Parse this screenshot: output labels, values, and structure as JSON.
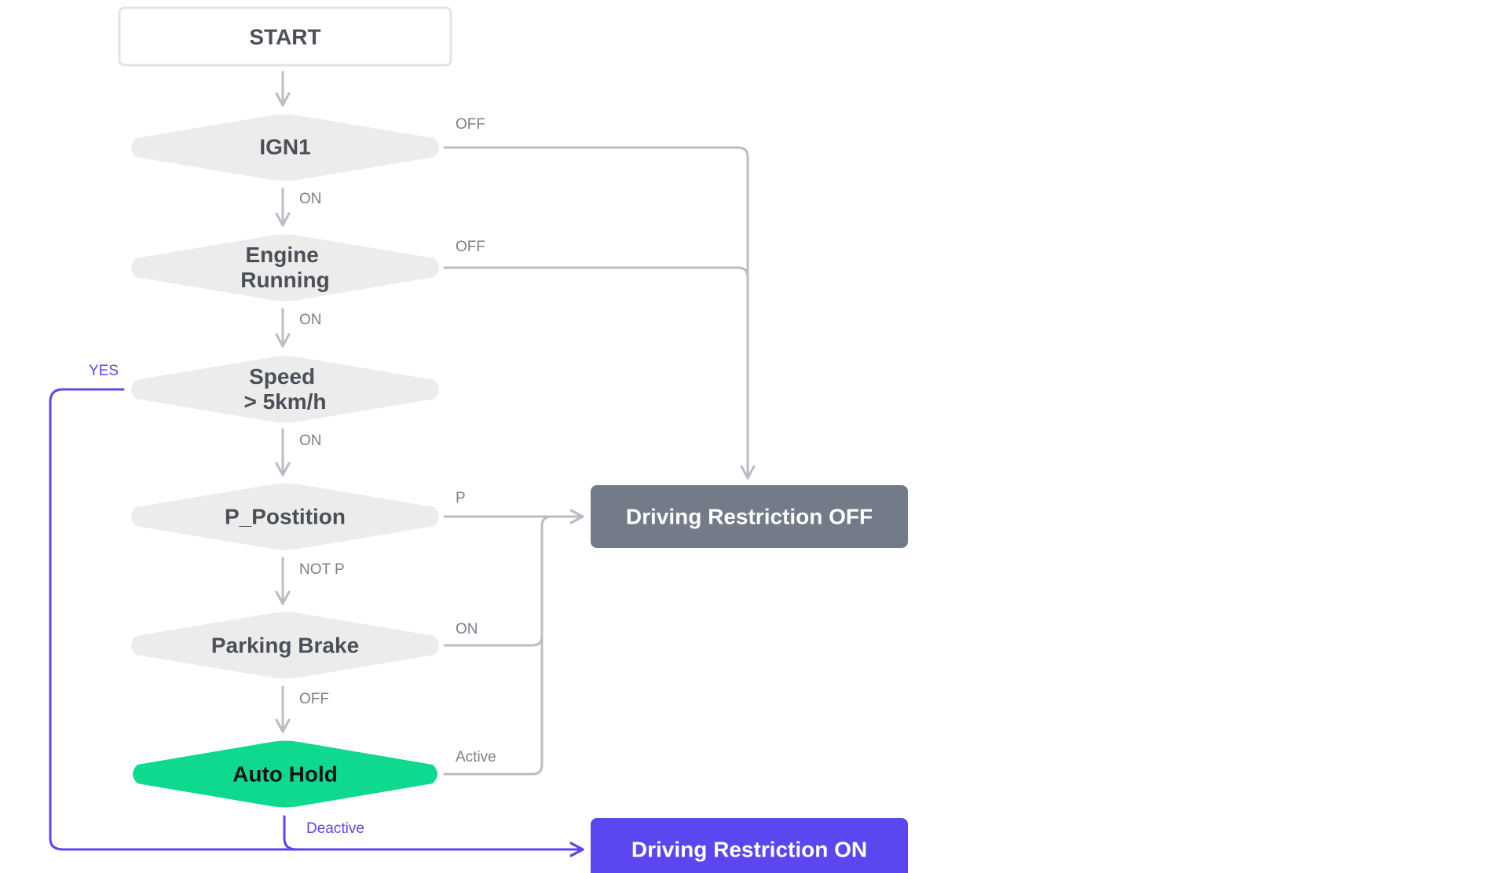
{
  "colors": {
    "decision_fill": "#ececec",
    "decision_text": "#4b5058",
    "connector": "#b9bdc4",
    "accent": "#5a47f0",
    "highlight": "#0fd98f",
    "restriction_off_fill": "#737b89"
  },
  "nodes": {
    "start": "START",
    "ign1": "IGN1",
    "engine_running": [
      "Engine",
      "Running"
    ],
    "speed": [
      "Speed",
      "> 5km/h"
    ],
    "p_position": "P_Postition",
    "parking_brake": "Parking Brake",
    "auto_hold": "Auto Hold",
    "restriction_off": "Driving Restriction OFF",
    "restriction_on": "Driving Restriction ON"
  },
  "edge_labels": {
    "ign1_off": "OFF",
    "ign1_on": "ON",
    "engine_off": "OFF",
    "engine_on": "ON",
    "speed_yes": "YES",
    "speed_on": "ON",
    "p_position_p": "P",
    "p_position_not_p": "NOT P",
    "parking_brake_on": "ON",
    "parking_brake_off": "OFF",
    "auto_hold_active": "Active",
    "auto_hold_deactive": "Deactive"
  }
}
